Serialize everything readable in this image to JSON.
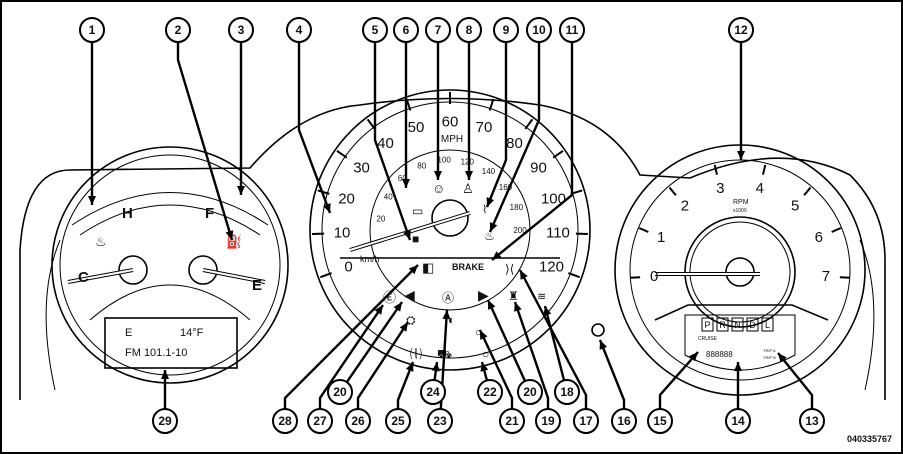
{
  "figure_id": "040335767",
  "callouts": [
    "1",
    "2",
    "3",
    "4",
    "5",
    "6",
    "7",
    "8",
    "9",
    "10",
    "11",
    "12",
    "13",
    "14",
    "15",
    "16",
    "17",
    "18",
    "19",
    "20",
    "21",
    "22",
    "23",
    "24",
    "25",
    "26",
    "27",
    "28",
    "29",
    "20"
  ],
  "left_pod": {
    "temp_hot": "H",
    "temp_cold": "C",
    "fuel_full": "F",
    "fuel_empty": "E",
    "display_line1_left": "E",
    "display_line1_right": "14°F",
    "display_line2": "FM  101.1-10"
  },
  "speedometer": {
    "unit_primary": "MPH",
    "unit_secondary": "km/h",
    "mph_ticks": [
      "0",
      "10",
      "20",
      "30",
      "40",
      "50",
      "60",
      "70",
      "80",
      "90",
      "100",
      "110",
      "120"
    ],
    "kmh_ticks": [
      "20",
      "40",
      "60",
      "80",
      "100",
      "120",
      "140",
      "160",
      "180",
      "200"
    ],
    "brake_label": "BRAKE"
  },
  "tachometer": {
    "unit": "RPM",
    "multiplier": "x1000",
    "ticks": [
      "0",
      "1",
      "2",
      "3",
      "4",
      "5",
      "6",
      "7"
    ],
    "gears": [
      "P",
      "R",
      "N",
      "D",
      "L"
    ],
    "cruise_label": "CRUISE",
    "odometer": "888888",
    "trip_labels": [
      "TRIP A",
      "TRIP B"
    ]
  },
  "warning_icons": [
    "battery",
    "airbag",
    "seatbelt",
    "oil-pressure",
    "coolant-temperature",
    "security",
    "headlight-high-beam",
    "brake",
    "front-fog",
    "electronic-throttle",
    "turn-left",
    "check-engine",
    "tire-pressure",
    "abs",
    "trouble",
    "turn-right",
    "rear-fog",
    "esc-off",
    "cruise",
    "lights-on",
    "indicator"
  ]
}
